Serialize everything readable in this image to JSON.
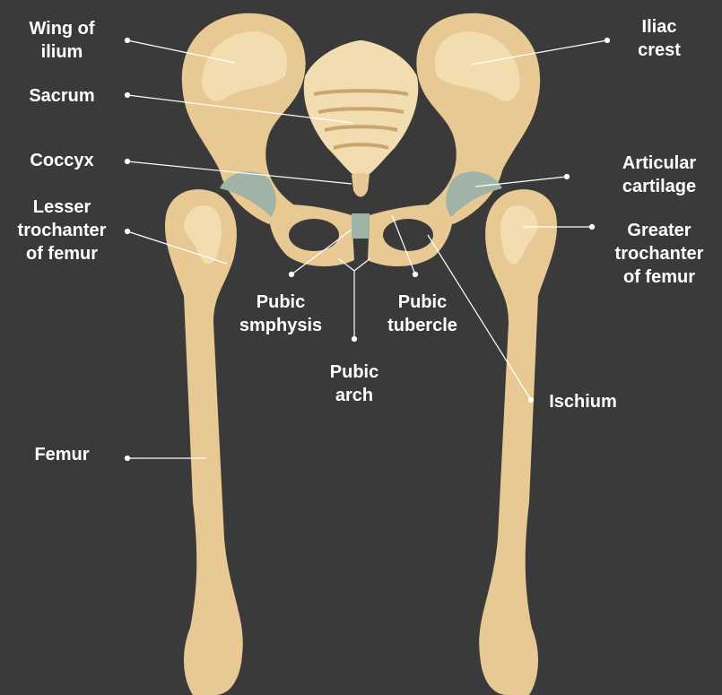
{
  "colors": {
    "background": "#3a3a3a",
    "bone": "#e8c993",
    "bone_light": "#f2ddb1",
    "bone_shadow": "#c9a66c",
    "cartilage": "#9fb3a7",
    "label_text": "#ffffff",
    "leader_line": "#ffffff"
  },
  "labels": {
    "wing_of_ilium": "Wing of\nilium",
    "iliac_crest": "Iliac\ncrest",
    "sacrum": "Sacrum",
    "coccyx": "Coccyx",
    "articular_cartilage": "Articular\ncartilage",
    "lesser_trochanter": "Lesser\ntrochanter\nof femur",
    "greater_trochanter": "Greater\ntrochanter\nof femur",
    "pubic_symphysis": "Pubic\nsmphysis",
    "pubic_tubercle": "Pubic\ntubercle",
    "pubic_arch": "Pubic\narch",
    "ischium": "Ischium",
    "femur": "Femur"
  }
}
